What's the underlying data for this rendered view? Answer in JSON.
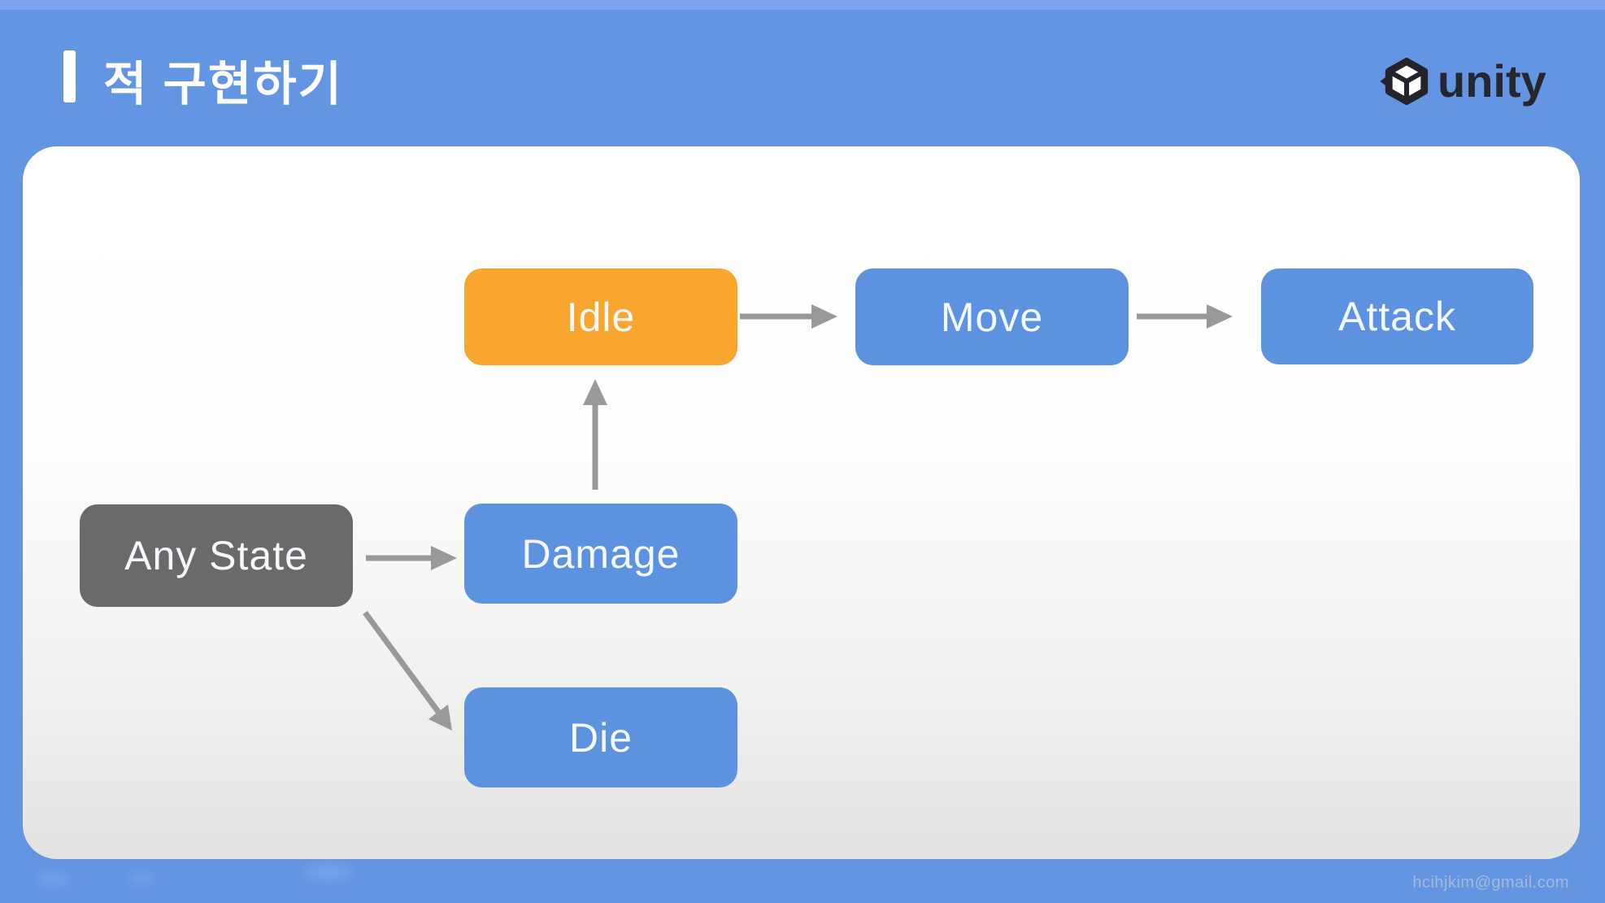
{
  "header": {
    "title": "적 구현하기",
    "logo_text": "unity"
  },
  "footer": {
    "email": "hcihjkim@gmail.com"
  },
  "colors": {
    "background": "#6495e3",
    "background_top_strip": "#7aa4ec",
    "card_top": "#ffffff",
    "card_bottom": "#e3e3e1",
    "node_orange": "#f8a62e",
    "node_blue": "#5d92e0",
    "node_gray": "#6a6a6a",
    "arrow": "#999999",
    "title_text": "#ffffff",
    "node_text": "#f4f7fb",
    "logo_text_color": "#26262e",
    "email_text_color": "#a9b7d6"
  },
  "diagram": {
    "type": "state-machine",
    "nodes": [
      {
        "id": "idle",
        "label": "Idle",
        "color_role": "orange"
      },
      {
        "id": "move",
        "label": "Move",
        "color_role": "blue"
      },
      {
        "id": "attack",
        "label": "Attack",
        "color_role": "blue"
      },
      {
        "id": "any_state",
        "label": "Any State",
        "color_role": "gray"
      },
      {
        "id": "damage",
        "label": "Damage",
        "color_role": "blue"
      },
      {
        "id": "die",
        "label": "Die",
        "color_role": "blue"
      }
    ],
    "edges": [
      {
        "from": "idle",
        "to": "move",
        "direction": "right"
      },
      {
        "from": "move",
        "to": "attack",
        "direction": "right"
      },
      {
        "from": "damage",
        "to": "idle",
        "direction": "up"
      },
      {
        "from": "any_state",
        "to": "damage",
        "direction": "right"
      },
      {
        "from": "any_state",
        "to": "die",
        "direction": "down-right"
      }
    ]
  }
}
